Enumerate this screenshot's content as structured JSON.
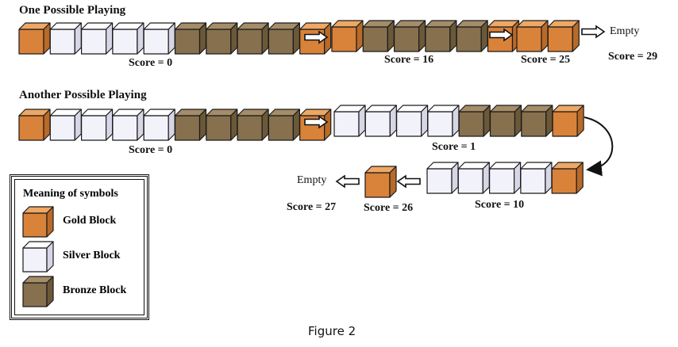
{
  "diagram": {
    "section_one_title": "One Possible Playing",
    "section_two_title": "Another Possible Playing",
    "row1": {
      "seq_a": [
        "gold",
        "silver",
        "silver",
        "silver",
        "silver",
        "bronze",
        "bronze",
        "bronze",
        "bronze",
        "gold"
      ],
      "seq_b": [
        "gold",
        "bronze",
        "bronze",
        "bronze",
        "bronze",
        "gold"
      ],
      "seq_c": [
        "gold",
        "gold"
      ],
      "score_a": "Score = 0",
      "score_b": "Score = 16",
      "score_c": "Score = 25",
      "score_final": "Score = 29",
      "empty_label": "Empty"
    },
    "row2": {
      "seq_a": [
        "gold",
        "silver",
        "silver",
        "silver",
        "silver",
        "bronze",
        "bronze",
        "bronze",
        "bronze",
        "gold"
      ],
      "seq_b": [
        "silver",
        "silver",
        "silver",
        "silver",
        "bronze",
        "bronze",
        "bronze",
        "gold"
      ],
      "seq_c": [
        "silver",
        "silver",
        "silver",
        "silver",
        "gold"
      ],
      "seq_d": [
        "gold"
      ],
      "score_a": "Score = 0",
      "score_b": "Score = 1",
      "score_c": "Score = 10",
      "score_d": "Score = 26",
      "score_final": "Score = 27",
      "empty_label": "Empty"
    },
    "legend": {
      "title": "Meaning of symbols",
      "items": [
        {
          "type": "gold",
          "label": "Gold Block"
        },
        {
          "type": "silver",
          "label": "Silver Block"
        },
        {
          "type": "bronze",
          "label": "Bronze Block"
        }
      ]
    },
    "caption": "Figure 2",
    "colors": {
      "gold": {
        "front": "#d8823a",
        "top": "#eea864",
        "side": "#b86a28"
      },
      "silver": {
        "front": "#f2f2fb",
        "top": "#ffffff",
        "side": "#d6d6e6"
      },
      "bronze": {
        "front": "#86704e",
        "top": "#a48d68",
        "side": "#6b5838"
      },
      "stroke": "#1a1a1a"
    }
  }
}
